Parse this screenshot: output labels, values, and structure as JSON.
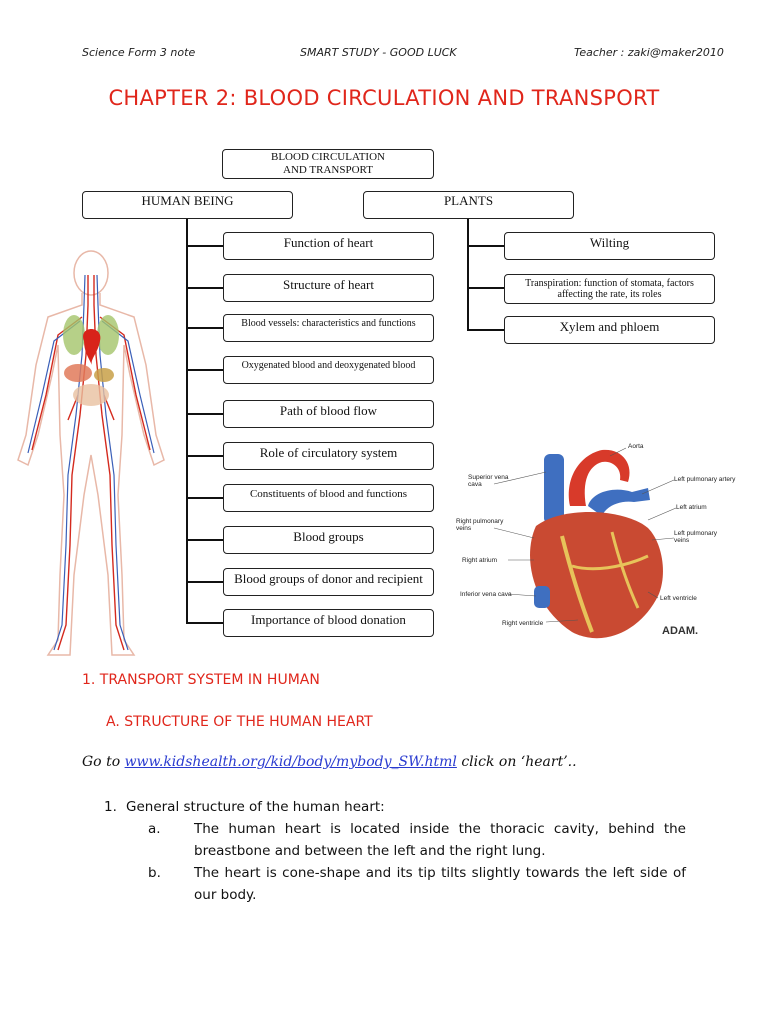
{
  "header": {
    "left": "Science Form 3 note",
    "center": "SMART STUDY - GOOD LUCK",
    "right": "Teacher : zaki@maker2010"
  },
  "title": "CHAPTER 2: BLOOD CIRCULATION AND TRANSPORT",
  "concept_map": {
    "root_line1": "BLOOD CIRCULATION",
    "root_line2": "AND TRANSPORT",
    "human_label": "HUMAN BEING",
    "plants_label": "PLANTS",
    "human_items": [
      "Function of heart",
      "Structure of heart",
      "Blood vessels: characteristics and functions",
      "Oxygenated blood and deoxygenated blood",
      "Path of blood flow",
      "Role of circulatory system",
      "Constituents of blood and functions",
      "Blood groups",
      "Blood groups of donor and recipient",
      "Importance of blood donation"
    ],
    "plant_items": [
      "Wilting",
      "Transpiration: function of stomata, factors affecting the rate, its roles",
      "Xylem and phloem"
    ]
  },
  "heart_labels": {
    "aorta": "Aorta",
    "superior_vena_cava": "Superior vena cava",
    "left_pulmonary_artery": "Left pulmonary artery",
    "left_atrium": "Left atrium",
    "right_pulmonary_veins": "Right pulmonary veins",
    "left_pulmonary_veins": "Left pulmonary veins",
    "right_atrium": "Right atrium",
    "inferior_vena_cava": "Inferior vena cava",
    "left_ventricle": "Left ventricle",
    "right_ventricle": "Right ventricle",
    "adam": "ADAM."
  },
  "sections": {
    "s1": "1.   TRANSPORT SYSTEM IN HUMAN",
    "sA": "A.  STRUCTURE OF THE HUMAN HEART"
  },
  "goto": {
    "prefix": "Go to ",
    "link": "www.kidshealth.org/kid/body/mybody_SW.html",
    "suffix": " click on ‘heart’.."
  },
  "content": {
    "point1_num": "1.",
    "point1_text": "General structure of the human heart:",
    "a_label": "a.",
    "a_text": "The human heart is located inside the thoracic cavity, behind the breastbone and between the left and the right lung.",
    "b_label": "b.",
    "b_text": "The heart is cone-shape and its tip tilts slightly towards the left side of our body."
  }
}
